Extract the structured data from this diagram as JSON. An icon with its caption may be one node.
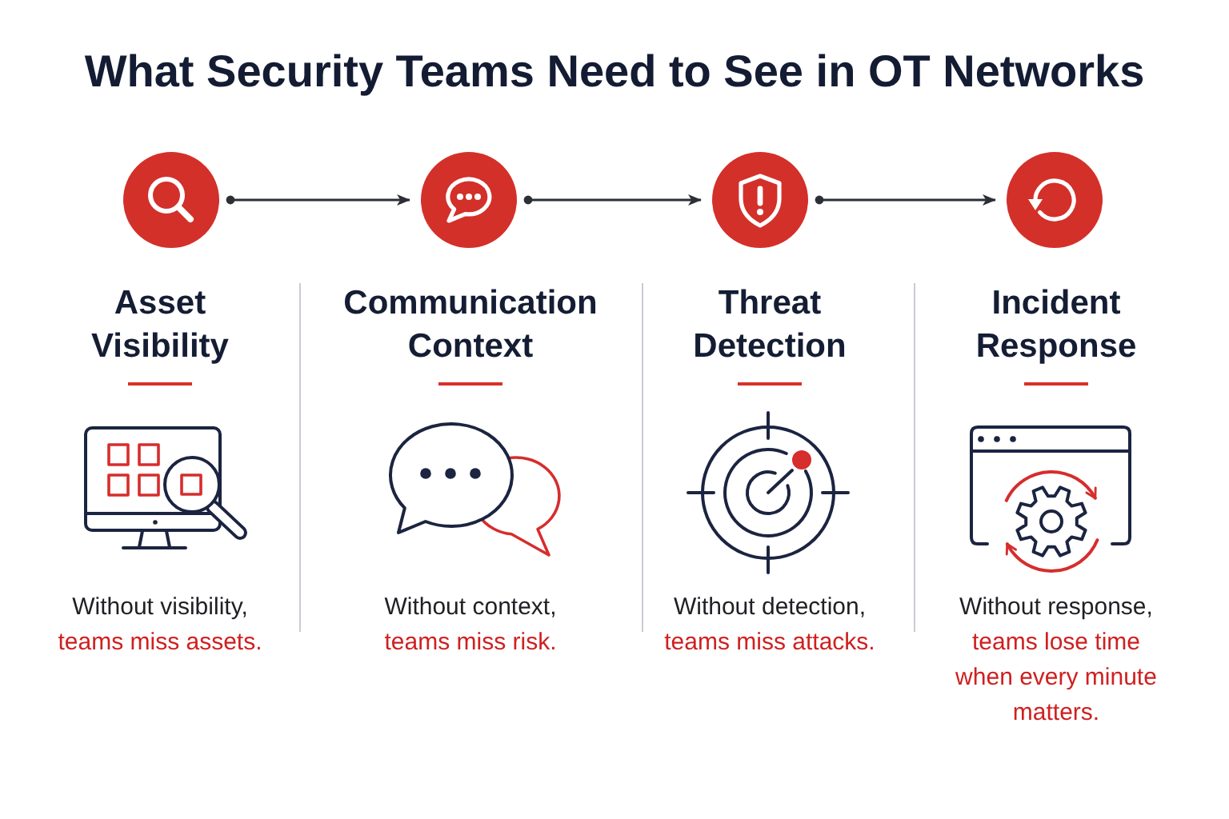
{
  "diagram": {
    "title": "What Security Teams Need to See in OT Networks",
    "nodes": [
      {
        "text": [],
        "shape": "circle",
        "beside": [
          "Asset Visibility"
        ]
      },
      {
        "text": [],
        "shape": "circle",
        "beside": [
          "Communication Context"
        ]
      },
      {
        "text": [],
        "shape": "circle",
        "beside": [
          "Threat Detection"
        ]
      },
      {
        "text": [],
        "shape": "circle",
        "beside": [
          "Incident Response"
        ]
      }
    ],
    "edges": [
      {
        "from": 0,
        "to": 1,
        "arrow": "to"
      },
      {
        "from": 1,
        "to": 2,
        "arrow": "to"
      },
      {
        "from": 2,
        "to": 3,
        "arrow": "to"
      }
    ],
    "labels": [
      "Without visibility,",
      "teams miss assets.",
      "Without context,",
      "teams miss risk.",
      "Without detection,",
      "teams miss attacks.",
      "Without response,",
      "teams lose time when every minute matters."
    ]
  }
}
